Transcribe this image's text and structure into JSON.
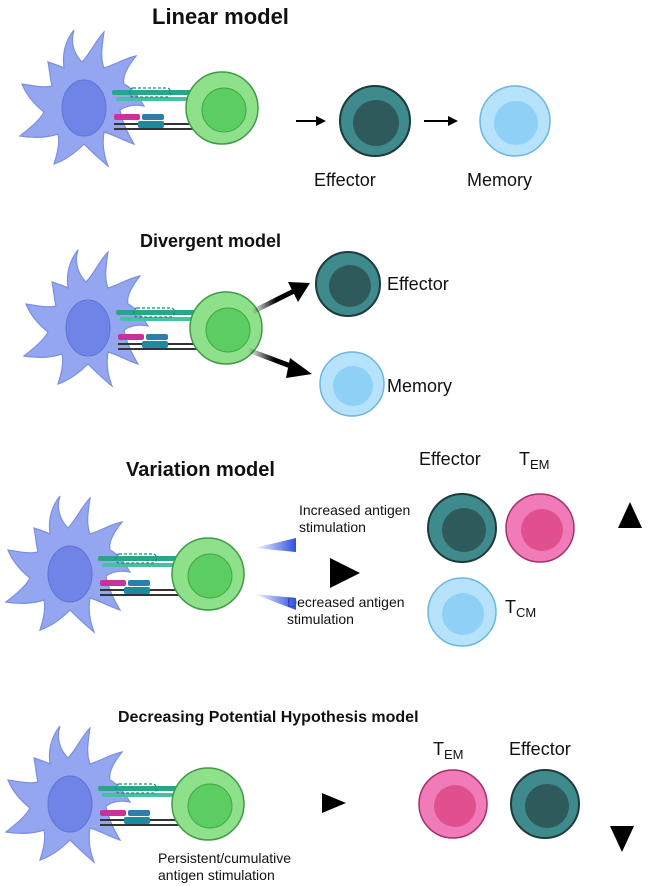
{
  "panels": {
    "linear": {
      "title": "Linear model",
      "labels": [
        "Effector",
        "Memory"
      ]
    },
    "divergent": {
      "title": "Divergent model",
      "labels": [
        "Effector",
        "Memory"
      ]
    },
    "variation": {
      "title": "Variation model",
      "effector_label": "Effector",
      "tem_main": "T",
      "tem_sub": "EM",
      "tcm_main": "T",
      "tcm_sub": "CM",
      "increased": [
        "Increased antigen",
        "stimulation"
      ],
      "decreased": [
        "Decreased antigen",
        "stimulation"
      ]
    },
    "decreasing": {
      "title": "Decreasing Potential Hypothesis model",
      "tem_main": "T",
      "tem_sub": "EM",
      "effector_label": "Effector",
      "persistent": [
        "Persistent/cumulative",
        "antigen stimulation"
      ]
    }
  },
  "colors": {
    "dendritic": "#94a6f0",
    "dendritic_nucleus": "#6f84e6",
    "tcell": "#8fe08a",
    "tcell_nucleus": "#5ccd60",
    "effector": "#3f8a8c",
    "effector_nucleus": "#2f5a5c",
    "memory": "#b6e3fb",
    "memory_nucleus": "#8fd0f7",
    "tem": "#f07bb8",
    "tem_nucleus": "#e0508f",
    "receptor_teal": "#2aa58a",
    "receptor_magenta": "#c8329a",
    "receptor_blue": "#2a7fb0"
  },
  "icons": [
    "dendritic-cell-icon",
    "t-cell-icon",
    "effector-cell-icon",
    "memory-cell-icon",
    "tem-cell-icon",
    "tcm-cell-icon",
    "arrow-icon",
    "up-arrow-icon",
    "down-arrow-icon"
  ]
}
